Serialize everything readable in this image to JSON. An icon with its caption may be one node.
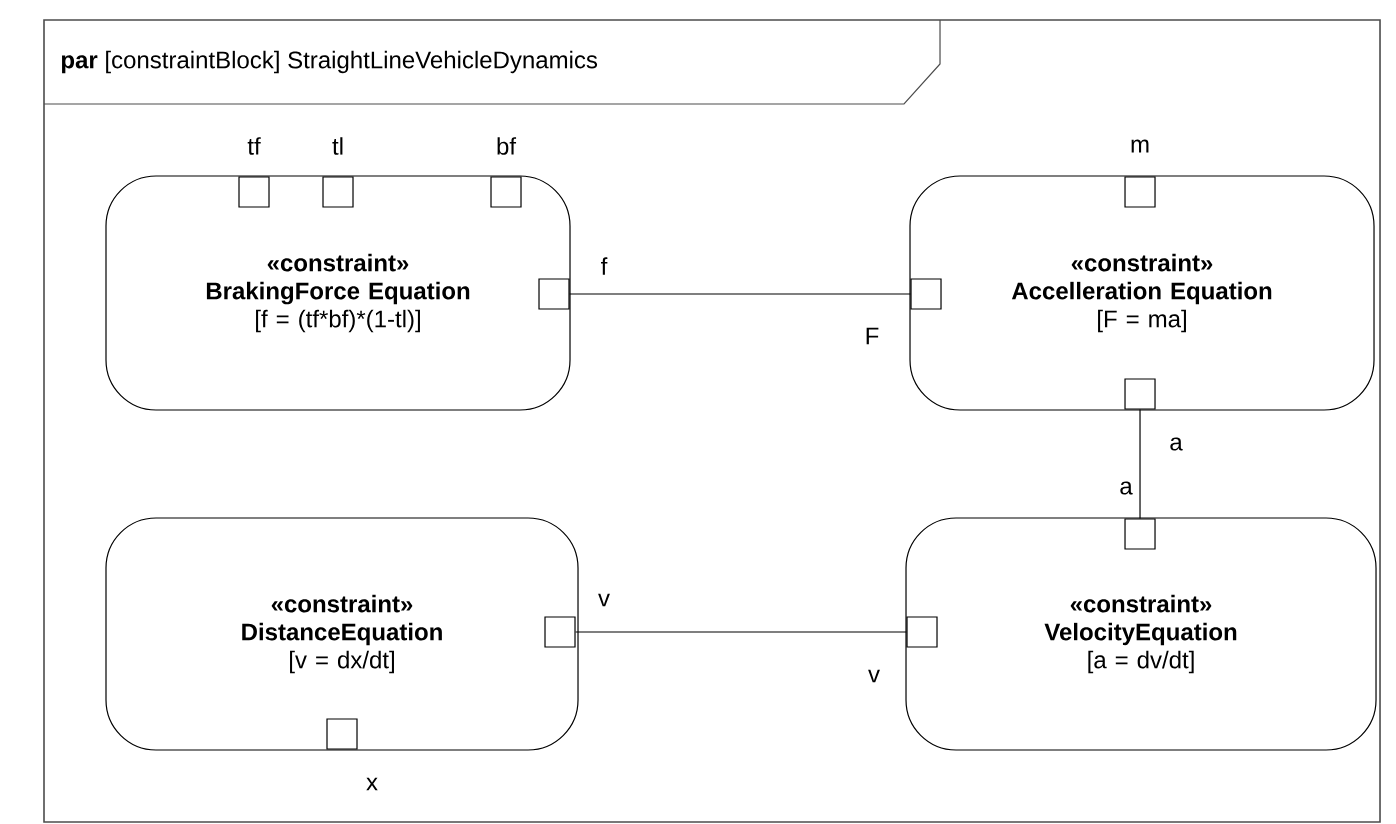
{
  "diagram": {
    "title": "**par** [constraintBlock] StraightLineVehicleDynamics",
    "nodes": [
      {
        "text": [
          "«constraint»",
          "BrakingForce Equation",
          "[f = (tf*bf)*(1-tl)]"
        ]
      },
      {
        "text": [
          "«constraint»",
          "Accelleration Equation",
          "[F = ma]"
        ]
      },
      {
        "text": [
          "«constraint»",
          "DistanceEquation",
          "[v = dx/dt]"
        ]
      },
      {
        "text": [
          "«constraint»",
          "VelocityEquation",
          "[a = dv/dt]"
        ]
      },
      {
        "text": [],
        "shape": "box",
        "in": 0,
        "beside": [
          "tf"
        ]
      },
      {
        "text": [],
        "shape": "box",
        "in": 0,
        "beside": [
          "tl"
        ]
      },
      {
        "text": [],
        "shape": "box",
        "in": 0,
        "beside": [
          "bf"
        ]
      },
      {
        "text": [],
        "shape": "box",
        "in": 0,
        "beside": [
          "f"
        ]
      },
      {
        "text": [],
        "shape": "box",
        "in": 1,
        "beside": [
          "m"
        ]
      },
      {
        "text": [],
        "shape": "box",
        "in": 1,
        "beside": [
          "F"
        ]
      },
      {
        "text": [],
        "shape": "box",
        "in": 1,
        "beside": [
          "a"
        ]
      },
      {
        "text": [],
        "shape": "box",
        "in": 3,
        "beside": [
          "a"
        ]
      },
      {
        "text": [],
        "shape": "box",
        "in": 3,
        "beside": [
          "v"
        ]
      },
      {
        "text": [],
        "shape": "box",
        "in": 2,
        "beside": [
          "v"
        ]
      },
      {
        "text": [],
        "shape": "box",
        "in": 2,
        "beside": [
          "x"
        ]
      }
    ],
    "edges": [
      {
        "from": 7,
        "to": 9,
        "arrow": "none"
      },
      {
        "from": 10,
        "to": 11,
        "arrow": "none"
      },
      {
        "from": 13,
        "to": 12,
        "arrow": "none"
      }
    ]
  }
}
